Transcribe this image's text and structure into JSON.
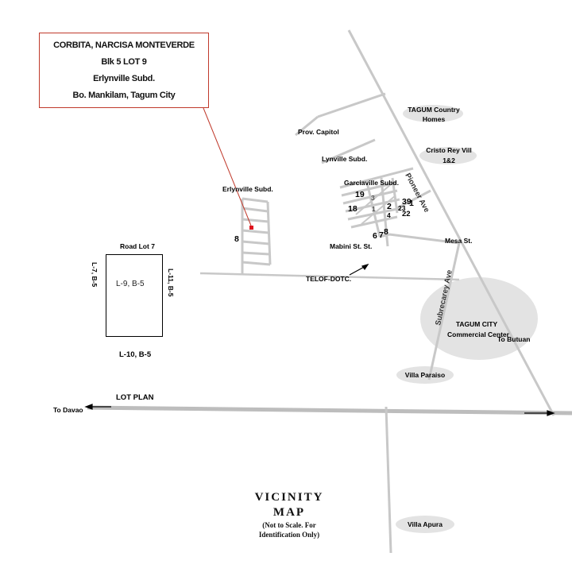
{
  "owner_box": {
    "name": "CORBITA, NARCISA MONTEVERDE",
    "block_lot": "Blk 5  LOT 9",
    "subdivision": "Erlynville Subd.",
    "address": "Bo. Mankilam, Tagum City"
  },
  "vicinity": {
    "title_line1": "VICINITY",
    "title_line2": "MAP",
    "note_line1": "(Not to Scale. For",
    "note_line2": "Identification Only)"
  },
  "lot_plan": {
    "road_label": "Road Lot 7",
    "left_label": "L-7, B-5",
    "right_label": "L-11, B-5",
    "inner_label": "L-9, B-5",
    "bottom_label": "L-10, B-5",
    "caption": "LOT PLAN"
  },
  "places": {
    "tagum_country_homes_1": "TAGUM Country",
    "tagum_country_homes_2": "Homes",
    "cristo_rey_1": "Cristo Rey Vill",
    "cristo_rey_2": "1&2",
    "prov_capitol": "Prov. Capitol",
    "lynville": "Lynville Subd.",
    "garciaville": "Garciaville Subd.",
    "erlynville": "Erlynville Subd.",
    "mabini": "Mabini St. St.",
    "mesa": "Mesa St.",
    "telof": "TELOF-DOTC.",
    "tagum_city_1": "TAGUM CITY",
    "tagum_city_2": "Commercial Center",
    "villa_paraiso": "Villa Paraiso",
    "villa_apura": "Villa Apura",
    "to_davao": "To Davao",
    "to_butuan": "To Butuan",
    "pioneer_ave": "Pioneer Ave",
    "subrecarey_ave": "Subrecarey Ave"
  },
  "block_numbers": {
    "n19": "19",
    "n18": "18",
    "n2": "2",
    "n1": "1",
    "n4": "4",
    "n3": "3",
    "n39": "39",
    "n1b": "1",
    "n22": "22",
    "n23": "23",
    "n6": "6",
    "n7": "7",
    "n8": "8",
    "n8b": "8"
  },
  "colors": {
    "road": "#c8c8c8",
    "highway": "#bdbdbd",
    "ellipse": "#e3e3e3",
    "marker": "#e0141e",
    "pointer_line": "#c0392b"
  }
}
